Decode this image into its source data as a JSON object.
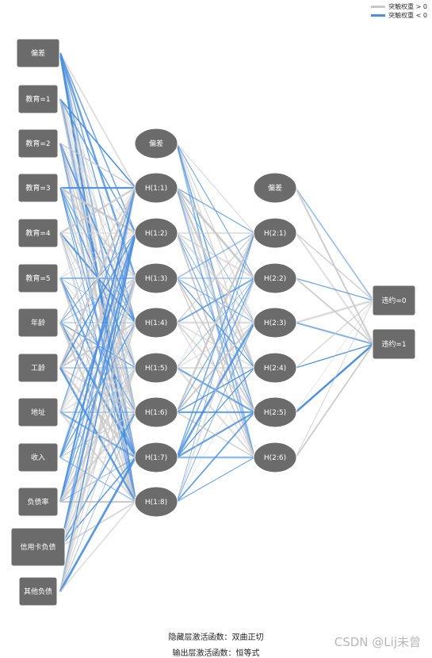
{
  "legend": {
    "positive_label": "突触权重 > 0",
    "negative_label": "突触权重 < 0",
    "positive_color": "#c8c8c8",
    "negative_color": "#4a8fe0"
  },
  "node_color": "#6b6b6b",
  "layers": {
    "input": [
      "偏差",
      "教育=1",
      "教育=2",
      "教育=3",
      "教育=4",
      "教育=5",
      "年龄",
      "工龄",
      "地址",
      "收入",
      "负债率",
      "信用卡负债",
      "其他负债"
    ],
    "hidden1": [
      "偏差",
      "H(1:1)",
      "H(1:2)",
      "H(1:3)",
      "H(1:4)",
      "H(1:5)",
      "H(1:6)",
      "H(1:7)",
      "H(1:8)"
    ],
    "hidden2": [
      "偏差",
      "H(2:1)",
      "H(2:2)",
      "H(2:3)",
      "H(2:4)",
      "H(2:5)",
      "H(2:6)"
    ],
    "output": [
      "违约=0",
      "违约=1"
    ]
  },
  "footer": {
    "hidden_activation": "隐藏层激活函数：双曲正切",
    "output_activation": "输出层激活函数：恒等式"
  },
  "watermark": "CSDN @Lij未曾"
}
